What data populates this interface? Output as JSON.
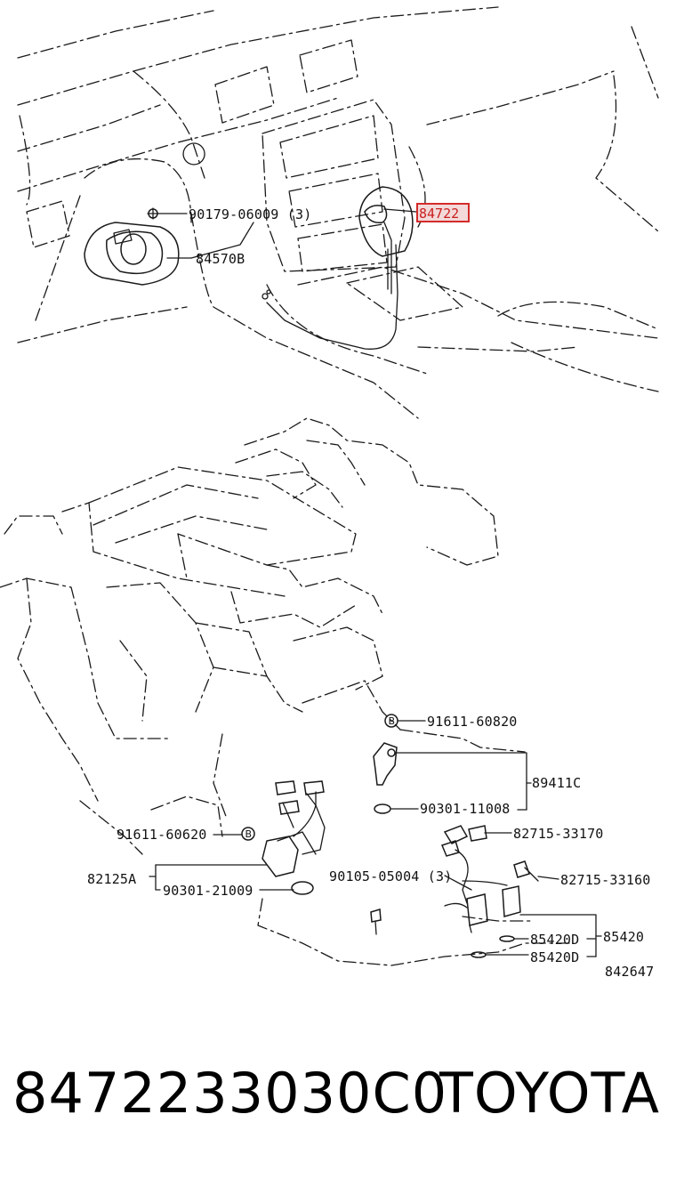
{
  "labels": {
    "top_nut": "90179-06009 (3)",
    "top_left_cover": "84570B",
    "top_highlight": "84722",
    "sensor_bolt": "91611-60820",
    "sensor": "89411C",
    "sensor_oring": "90301-11008",
    "connector_a": "82715-33170",
    "connector_b": "82715-33160",
    "left_bolt": "91611-60620",
    "left_assy": "82125A",
    "left_oring": "90301-21009",
    "small_bolt": "90105-05004 (3)",
    "solenoid_d1": "85420D",
    "solenoid_d2": "85420D",
    "solenoid_group": "85420",
    "diagram_id": "842647",
    "bolt_mark": "B"
  },
  "footer": {
    "part_number": "8472233030C0",
    "brand": "TOYOTA"
  },
  "colors": {
    "line": "#1a1a1a",
    "highlight_border": "#d42b2b",
    "highlight_fill": "#f3d9d9",
    "highlight_text": "#c8201f"
  }
}
